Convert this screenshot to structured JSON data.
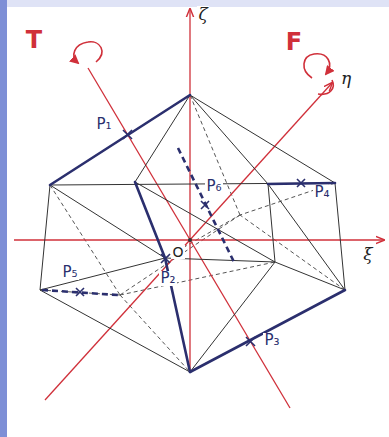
{
  "diagram": {
    "labels": [
      "T",
      "F",
      "ζ",
      "η",
      "ξ",
      "O",
      "P₁",
      "P₂",
      "P₃",
      "P₄",
      "P₅",
      "P₆"
    ]
  }
}
